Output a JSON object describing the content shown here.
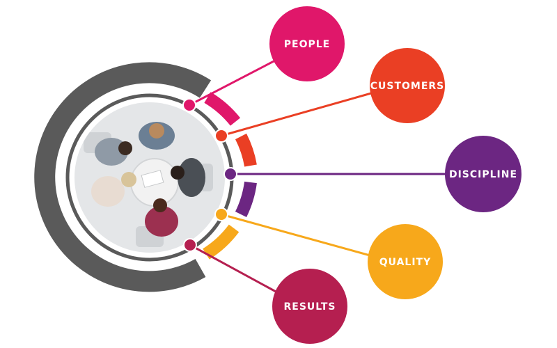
{
  "colors": {
    "ring": "#5a5a5a",
    "photo_bg": "#e4e6e8",
    "people": "#e0176a",
    "customers": "#ea3f24",
    "discipline": "#6c2682",
    "quality": "#f7a81b",
    "results": "#b51f50"
  },
  "nodes": [
    {
      "label": "PEOPLE",
      "color_key": "people"
    },
    {
      "label": "CUSTOMERS",
      "color_key": "customers"
    },
    {
      "label": "DISCIPLINE",
      "color_key": "discipline"
    },
    {
      "label": "QUALITY",
      "color_key": "quality"
    },
    {
      "label": "RESULTS",
      "color_key": "results"
    }
  ],
  "photo": {
    "icon": "team-meeting-photo"
  }
}
